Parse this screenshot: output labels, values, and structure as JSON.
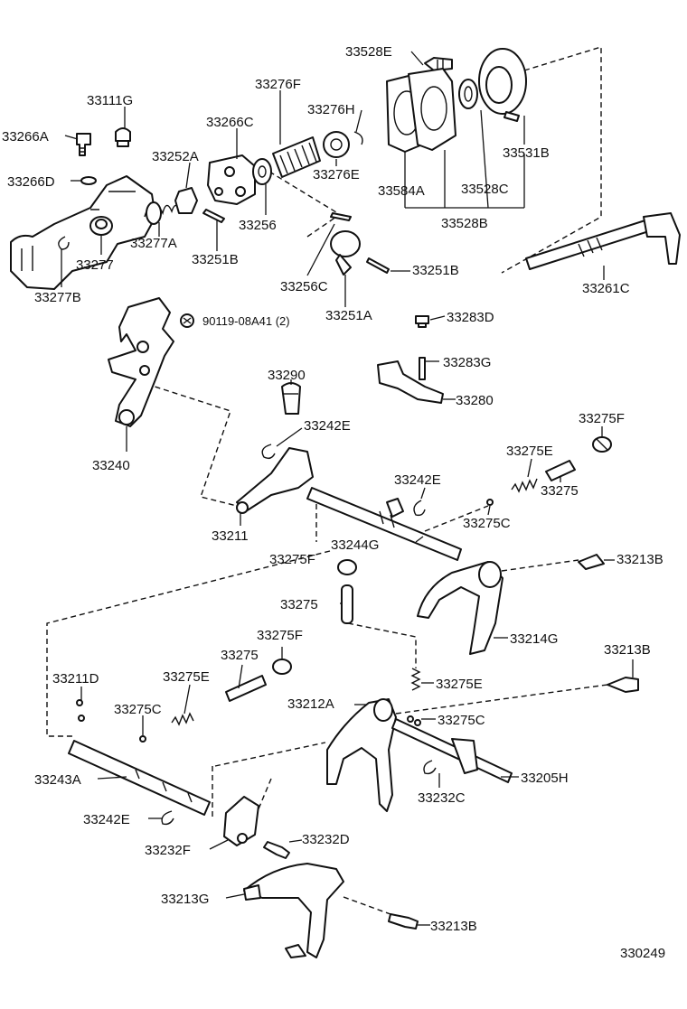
{
  "diagram_id": "330249",
  "labels": {
    "33528E": "33528E",
    "33111G": "33111G",
    "33276F": "33276F",
    "33266A": "33266A",
    "33276H": "33276H",
    "33266C": "33266C",
    "33531B": "33531B",
    "33252A": "33252A",
    "33266D": "33266D",
    "33276E": "33276E",
    "33584A": "33584A",
    "33528C": "33528C",
    "33528B": "33528B",
    "33256": "33256",
    "33277A": "33277A",
    "33277": "33277",
    "33251B_1": "33251B",
    "33251B_2": "33251B",
    "33261C": "33261C",
    "33277B": "33277B",
    "33256C": "33256C",
    "33251A": "33251A",
    "90119": "90119-08A41 (2)",
    "33283D": "33283D",
    "33283G": "33283G",
    "33290": "33290",
    "33280": "33280",
    "33242E_1": "33242E",
    "33275F_1": "33275F",
    "33240": "33240",
    "33275E_1": "33275E",
    "33275_1": "33275",
    "33242E_2": "33242E",
    "33211": "33211",
    "33275C_1": "33275C",
    "33244G": "33244G",
    "33275F_2": "33275F",
    "33213B_1": "33213B",
    "33275_2": "33275",
    "33214G": "33214G",
    "33275F_3": "33275F",
    "33275_3": "33275",
    "33213B_2": "33213B",
    "33211D": "33211D",
    "33275E_2": "33275E",
    "33275E_3": "33275E",
    "33212A": "33212A",
    "33275C_2": "33275C",
    "33275C_3": "33275C",
    "33243A": "33243A",
    "33205H": "33205H",
    "33232C": "33232C",
    "33242E_3": "33242E",
    "33232F": "33232F",
    "33232D": "33232D",
    "33213G": "33213G",
    "33213B_3": "33213B"
  }
}
